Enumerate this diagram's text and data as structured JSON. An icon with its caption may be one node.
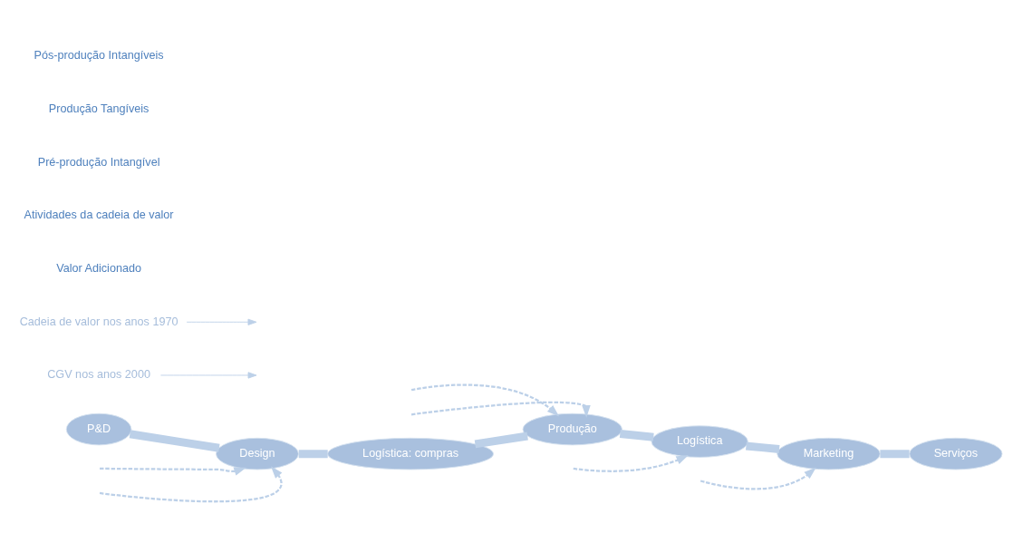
{
  "diagram": {
    "nodes": [
      {
        "text": [
          "P&D"
        ]
      },
      {
        "text": [
          "Design"
        ]
      },
      {
        "text": [
          "Logística: compras"
        ]
      },
      {
        "text": [
          "Produção"
        ]
      },
      {
        "text": [
          "Logística"
        ]
      },
      {
        "text": [
          "Marketing"
        ]
      },
      {
        "text": [
          "Serviços"
        ]
      },
      {
        "text": [
          "CGV nos anos 2000"
        ]
      },
      {
        "text": [
          "Cadeia de valor nos anos 1970"
        ]
      }
    ],
    "edges": [
      {
        "from": 0,
        "to": 1,
        "arrow": "none",
        "style": "thick"
      },
      {
        "from": 1,
        "to": 2,
        "arrow": "none",
        "style": "thick"
      },
      {
        "from": 2,
        "to": 3,
        "arrow": "none",
        "style": "thick"
      },
      {
        "from": 3,
        "to": 4,
        "arrow": "none",
        "style": "thick"
      },
      {
        "from": 4,
        "to": 5,
        "arrow": "none",
        "style": "thick"
      },
      {
        "from": 5,
        "to": 6,
        "arrow": "none",
        "style": "thick"
      },
      {
        "from": 7,
        "to": null,
        "arrow": "to"
      },
      {
        "from": 8,
        "to": null,
        "arrow": "to"
      },
      {
        "from": null,
        "to": 1,
        "arrow": "to",
        "style": "dashed"
      },
      {
        "from": null,
        "to": 1,
        "arrow": "to",
        "style": "dashed"
      },
      {
        "from": null,
        "to": 3,
        "arrow": "to",
        "style": "dashed"
      },
      {
        "from": null,
        "to": 3,
        "arrow": "to",
        "style": "dashed"
      },
      {
        "from": null,
        "to": 4,
        "arrow": "to",
        "style": "dashed"
      },
      {
        "from": null,
        "to": 5,
        "arrow": "to",
        "style": "dashed"
      }
    ],
    "labels": [
      "Valor Adicionado",
      "Atividades da cadeia de valor",
      "Pré-produção Intangível",
      "Produção Tangíveis",
      "Pós-produção Intangíveis"
    ]
  }
}
